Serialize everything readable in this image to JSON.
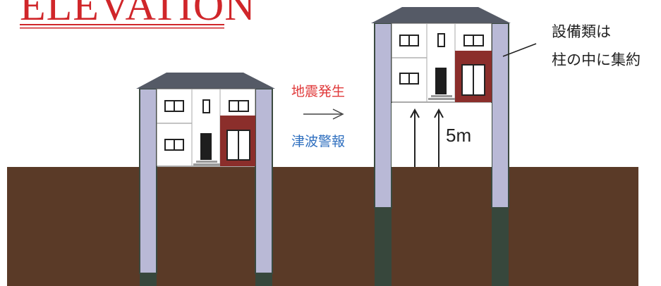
{
  "title": "ELEVATION",
  "captions": {
    "earthquake": "地震発生",
    "arrow": "→",
    "tsunami_warning": "津波警報",
    "equipment_line1": "設備類は",
    "equipment_line2": "柱の中に集約",
    "lift_height": "5m"
  },
  "colors": {
    "title": "#d0262a",
    "ground": "#5a3a27",
    "pillar": "#b9b9d6",
    "pillar_dark": "#37473c",
    "roof": "#555a66",
    "accent_wall": "#8b2e2b",
    "caption_red": "#e0393a",
    "caption_blue": "#2f6fbf"
  }
}
